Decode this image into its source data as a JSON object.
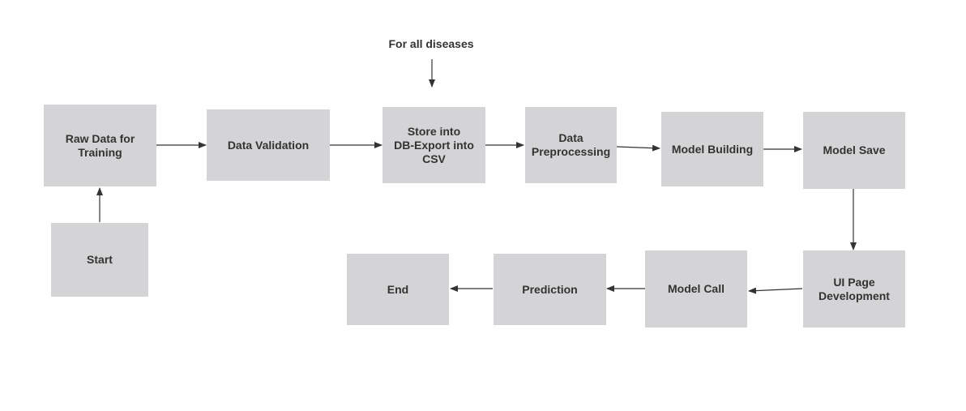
{
  "diagram": {
    "note": "For all diseases",
    "nodes": {
      "raw_data": "Raw Data for\nTraining",
      "data_validation": "Data Validation",
      "store_db": "Store into\nDB-Export into\nCSV",
      "data_preprocessing": "Data\nPreprocessing",
      "model_building": "Model Building",
      "model_save": "Model Save",
      "start": "Start",
      "ui_page": "UI Page\nDevelopment",
      "model_call": "Model Call",
      "prediction": "Prediction",
      "end": "End"
    },
    "colors": {
      "box_fill": "#d4d4d6",
      "text": "#333333",
      "arrow": "#333333"
    }
  }
}
